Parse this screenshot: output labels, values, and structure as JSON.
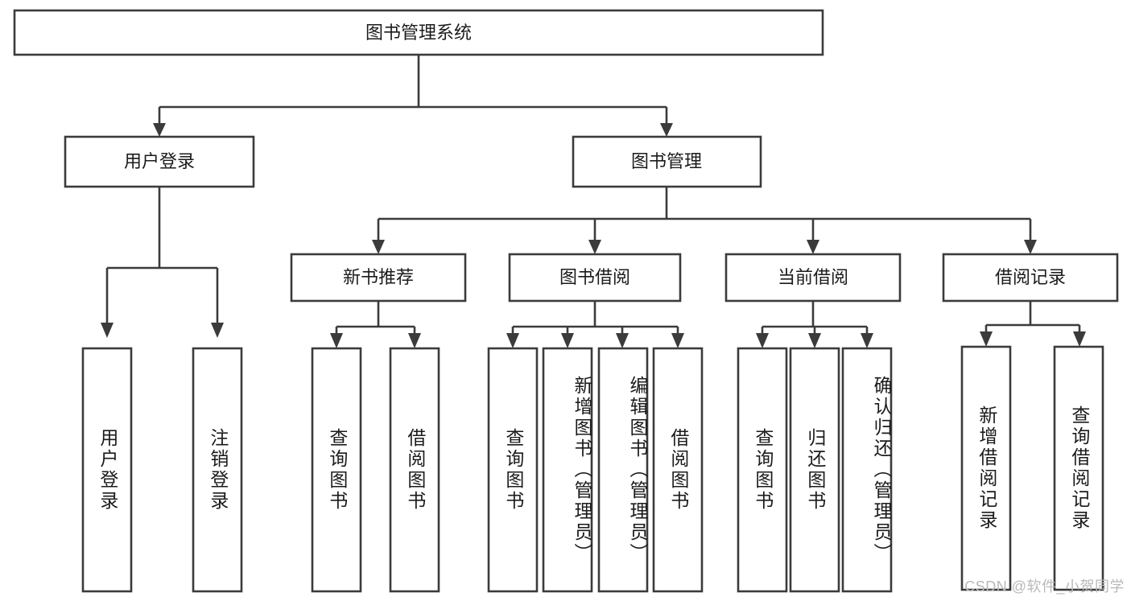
{
  "diagram": {
    "title": "图书管理系统",
    "type": "tree-hierarchy-diagram",
    "colors": {
      "stroke": "#3b3b3b",
      "fill": "#ffffff",
      "text": "#1b1b1b",
      "watermark": "#b9b9b9",
      "background": "#ffffff"
    },
    "root": {
      "label": "图书管理系统"
    },
    "level2": [
      {
        "label": "用户登录"
      },
      {
        "label": "图书管理"
      }
    ],
    "level3": [
      {
        "label": "新书推荐"
      },
      {
        "label": "图书借阅"
      },
      {
        "label": "当前借阅"
      },
      {
        "label": "借阅记录"
      }
    ],
    "leaves": {
      "user_login": [
        {
          "label": "用户登录"
        },
        {
          "label": "注销登录"
        }
      ],
      "new_book_recommend": [
        {
          "label": "查询图书"
        },
        {
          "label": "借阅图书"
        }
      ],
      "book_borrow": [
        {
          "label": "查询图书"
        },
        {
          "label": "新增图书（管理员）"
        },
        {
          "label": "编辑图书（管理员）"
        },
        {
          "label": "借阅图书"
        }
      ],
      "current_borrow": [
        {
          "label": "查询图书"
        },
        {
          "label": "归还图书"
        },
        {
          "label": "确认归还（管理员）"
        }
      ],
      "borrow_record": [
        {
          "label": "新增借阅记录"
        },
        {
          "label": "查询借阅记录"
        }
      ]
    }
  },
  "watermark": {
    "text": "CSDN @软件_小贺同学"
  }
}
